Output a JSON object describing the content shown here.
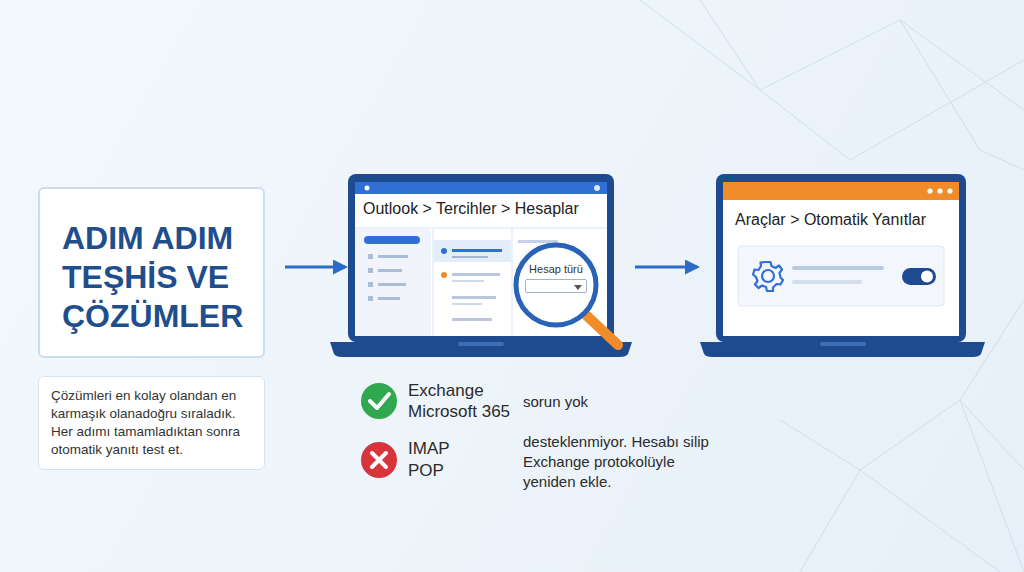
{
  "diagram": {
    "nodes": [
      {
        "text": [
          "ADIM ADIM TEŞHİS VE ÇÖZÜMLER"
        ]
      },
      {
        "text": [
          "Çözümleri en kolay olandan en karmaşık olanadoğru sıraladık. Her adımı tamamladıktan sonra otomatik yanıtı test et."
        ]
      },
      {
        "text": [
          "Outlook > Tercihler > Hesaplar"
        ]
      },
      {
        "text": [
          "Hesap türü"
        ],
        "in": 2
      },
      {
        "text": [
          "Araçlar > Otomatik Yanıtlar"
        ]
      }
    ],
    "edges": [
      {
        "from": 0,
        "to": 2,
        "arrow": "to"
      },
      {
        "from": 2,
        "to": 4,
        "arrow": "to"
      }
    ],
    "labels": [
      "Exchange",
      "Microsoft 365",
      "sorun yok",
      "IMAP",
      "POP",
      "desteklenmiyor. Hesabı silip Exchange protokolüyle yeniden ekle."
    ]
  }
}
